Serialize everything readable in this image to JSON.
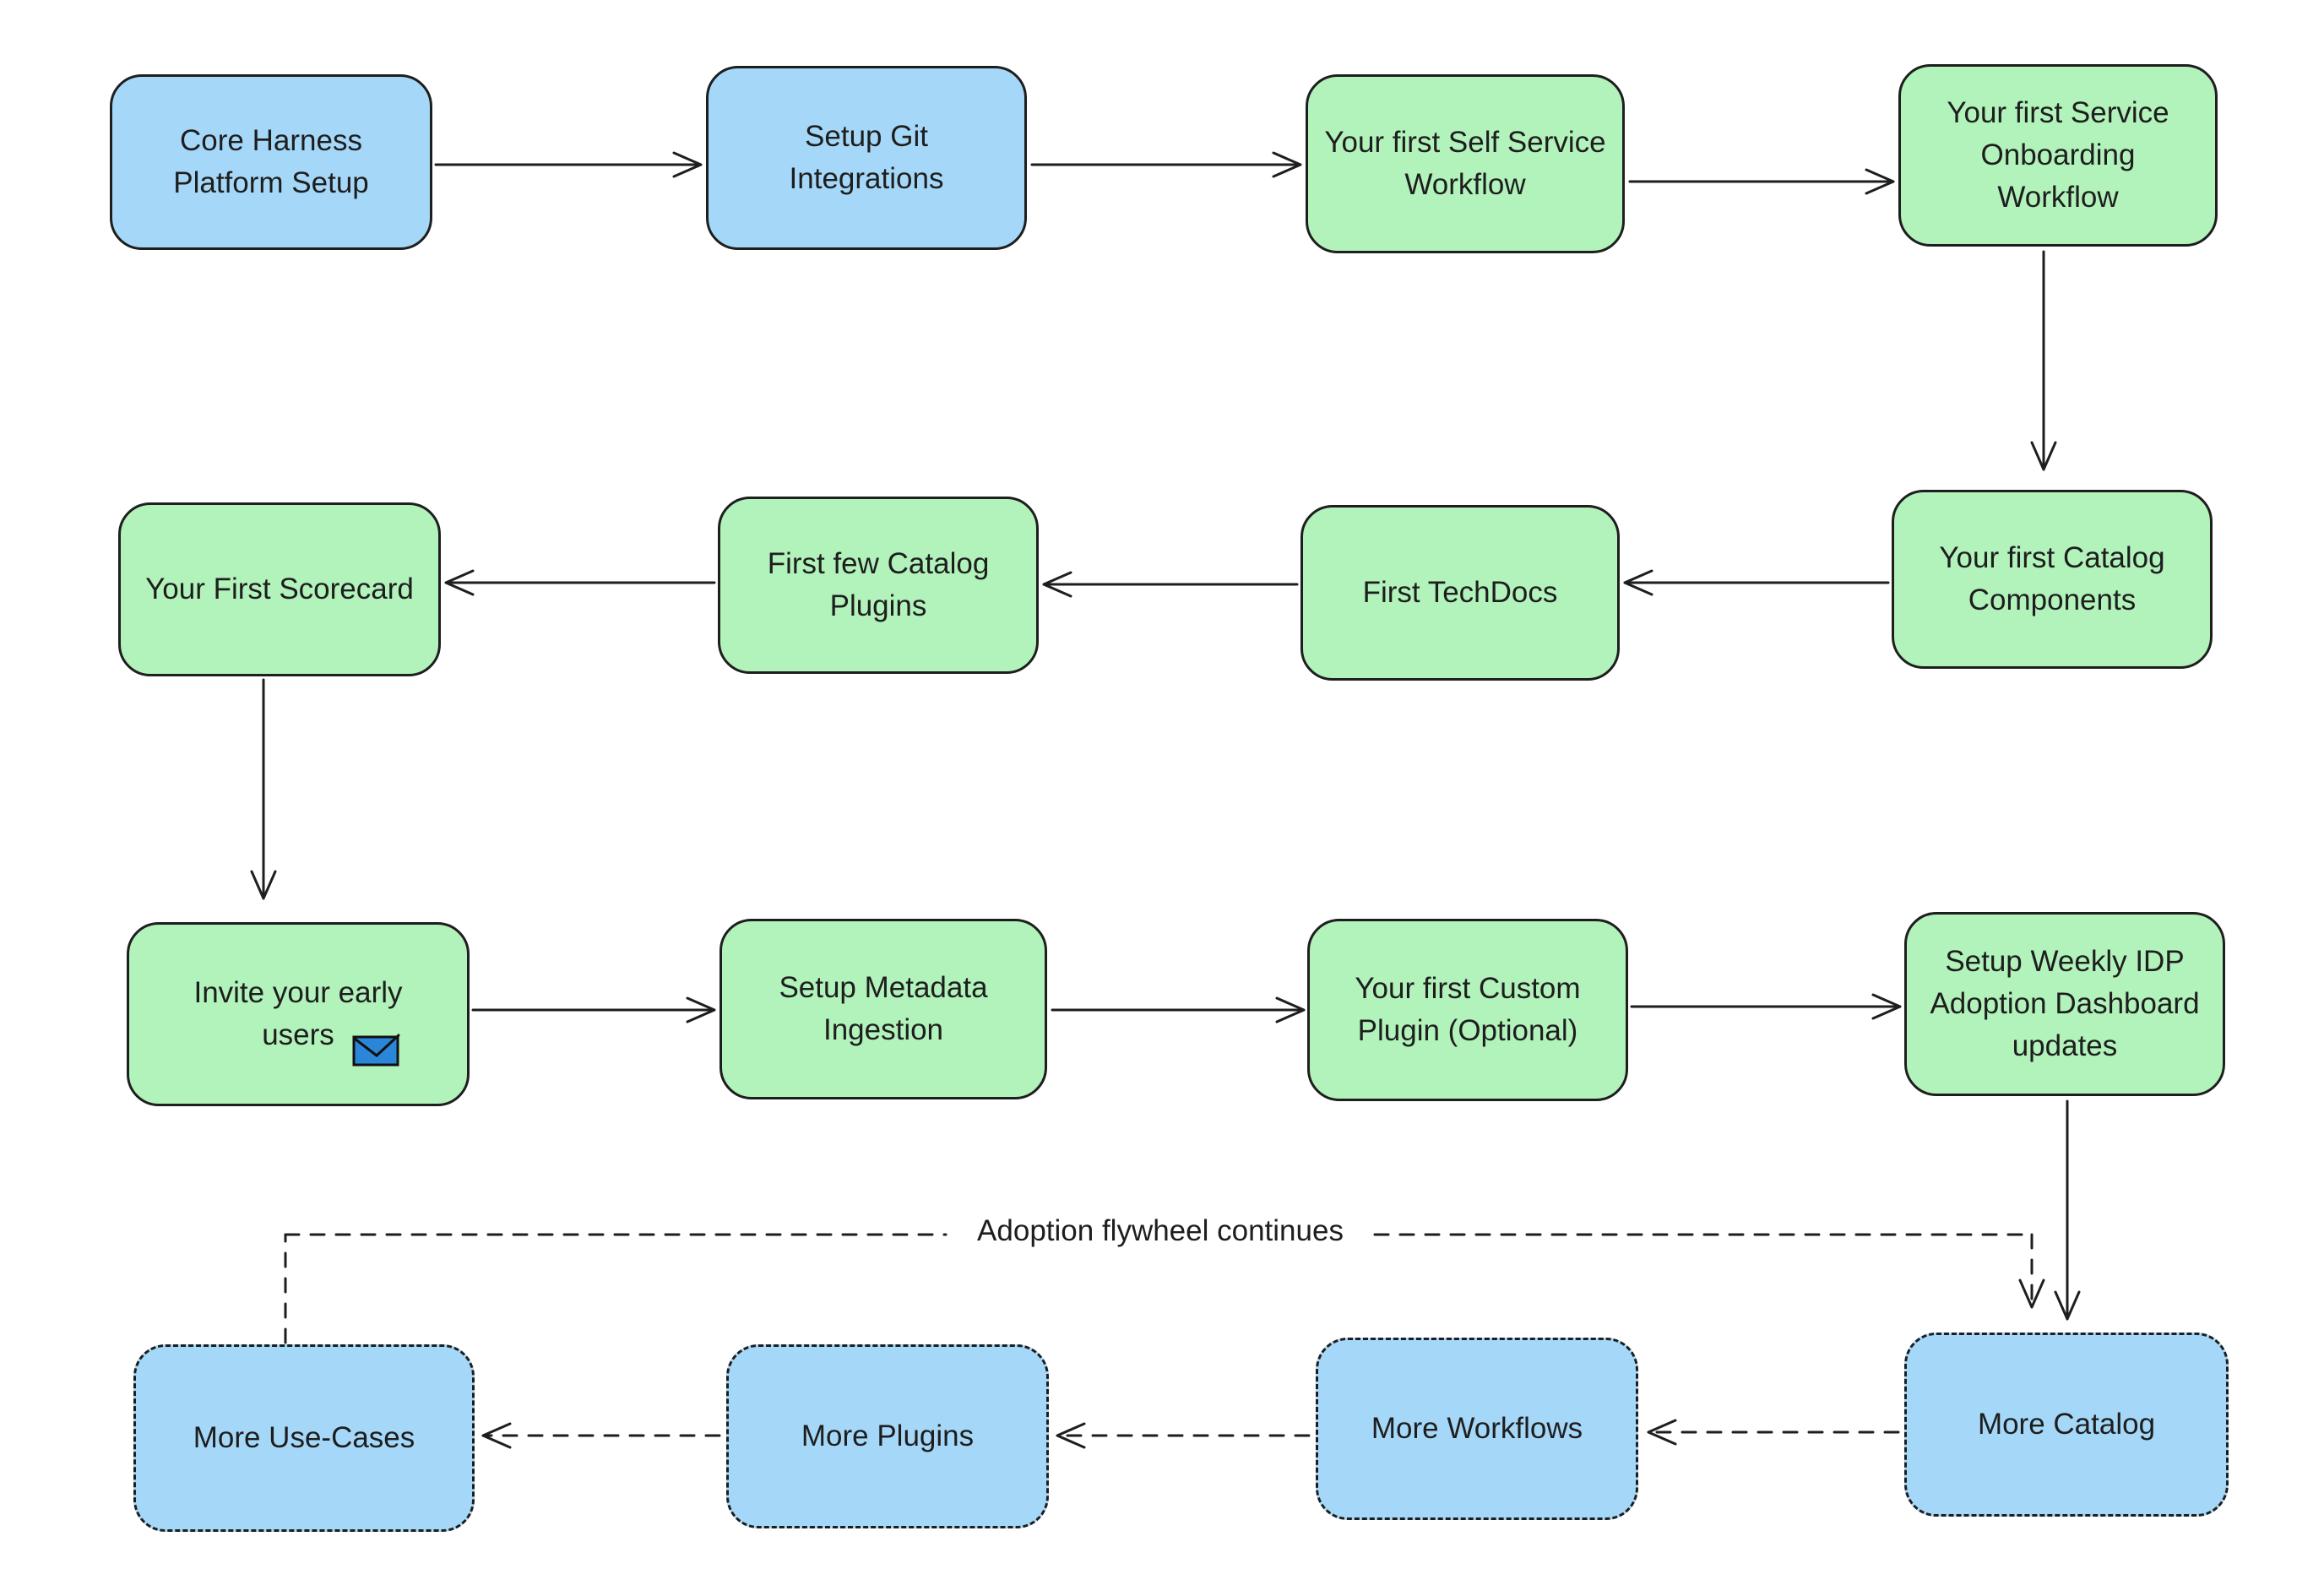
{
  "diagram": {
    "flywheel_label": "Adoption flywheel continues",
    "nodes": [
      {
        "id": "core-harness-platform-setup",
        "label": "Core Harness Platform Setup",
        "fill": "blue",
        "border": "solid"
      },
      {
        "id": "setup-git-integrations",
        "label": "Setup Git Integrations",
        "fill": "blue",
        "border": "solid"
      },
      {
        "id": "first-self-service-workflow",
        "label": "Your first Self Service Workflow",
        "fill": "green",
        "border": "solid"
      },
      {
        "id": "first-service-onboarding-workflow",
        "label": "Your first Service Onboarding Workflow",
        "fill": "green",
        "border": "solid"
      },
      {
        "id": "first-scorecard",
        "label": "Your First Scorecard",
        "fill": "green",
        "border": "solid"
      },
      {
        "id": "first-few-catalog-plugins",
        "label": "First few Catalog Plugins",
        "fill": "green",
        "border": "solid"
      },
      {
        "id": "first-techdocs",
        "label": "First TechDocs",
        "fill": "green",
        "border": "solid"
      },
      {
        "id": "first-catalog-components",
        "label": "Your first Catalog Components",
        "fill": "green",
        "border": "solid"
      },
      {
        "id": "invite-early-users",
        "label": "Invite your early users",
        "fill": "green",
        "border": "solid",
        "icon": "envelope-icon"
      },
      {
        "id": "setup-metadata-ingestion",
        "label": "Setup Metadata Ingestion",
        "fill": "green",
        "border": "solid"
      },
      {
        "id": "first-custom-plugin",
        "label": "Your first Custom Plugin (Optional)",
        "fill": "green",
        "border": "solid"
      },
      {
        "id": "setup-weekly-idp-dashboard",
        "label": "Setup Weekly IDP Adoption Dashboard updates",
        "fill": "green",
        "border": "solid"
      },
      {
        "id": "more-use-cases",
        "label": "More Use-Cases",
        "fill": "blue",
        "border": "dashed"
      },
      {
        "id": "more-plugins",
        "label": "More Plugins",
        "fill": "blue",
        "border": "dashed"
      },
      {
        "id": "more-workflows",
        "label": "More Workflows",
        "fill": "blue",
        "border": "dashed"
      },
      {
        "id": "more-catalog",
        "label": "More Catalog",
        "fill": "blue",
        "border": "dashed"
      }
    ],
    "edges": [
      {
        "from": "Core Harness Platform Setup",
        "to": "Setup Git Integrations",
        "style": "solid"
      },
      {
        "from": "Setup Git Integrations",
        "to": "Your first Self Service Workflow",
        "style": "solid"
      },
      {
        "from": "Your first Self Service Workflow",
        "to": "Your first Service Onboarding Workflow",
        "style": "solid"
      },
      {
        "from": "Your first Service Onboarding Workflow",
        "to": "Your first Catalog Components",
        "style": "solid"
      },
      {
        "from": "Your first Catalog Components",
        "to": "First TechDocs",
        "style": "solid"
      },
      {
        "from": "First TechDocs",
        "to": "First few Catalog Plugins",
        "style": "solid"
      },
      {
        "from": "First few Catalog Plugins",
        "to": "Your First Scorecard",
        "style": "solid"
      },
      {
        "from": "Your First Scorecard",
        "to": "Invite your early users",
        "style": "solid"
      },
      {
        "from": "Invite your early users",
        "to": "Setup Metadata Ingestion",
        "style": "solid"
      },
      {
        "from": "Setup Metadata Ingestion",
        "to": "Your first Custom Plugin (Optional)",
        "style": "solid"
      },
      {
        "from": "Your first Custom Plugin (Optional)",
        "to": "Setup Weekly IDP Adoption Dashboard updates",
        "style": "solid"
      },
      {
        "from": "Setup Weekly IDP Adoption Dashboard updates",
        "to": "More Catalog",
        "style": "solid"
      },
      {
        "from": "More Use-Cases",
        "to": "More Catalog",
        "style": "dashed",
        "label": "Adoption flywheel continues"
      },
      {
        "from": "More Catalog",
        "to": "More Workflows",
        "style": "dashed"
      },
      {
        "from": "More Workflows",
        "to": "More Plugins",
        "style": "dashed"
      },
      {
        "from": "More Plugins",
        "to": "More Use-Cases",
        "style": "dashed"
      }
    ],
    "colors": {
      "node_blue": "#a5d8f8",
      "node_green": "#b2f2bb",
      "stroke": "#1e1e1e",
      "envelope_blue": "#2b86d9",
      "background": "#ffffff"
    }
  }
}
